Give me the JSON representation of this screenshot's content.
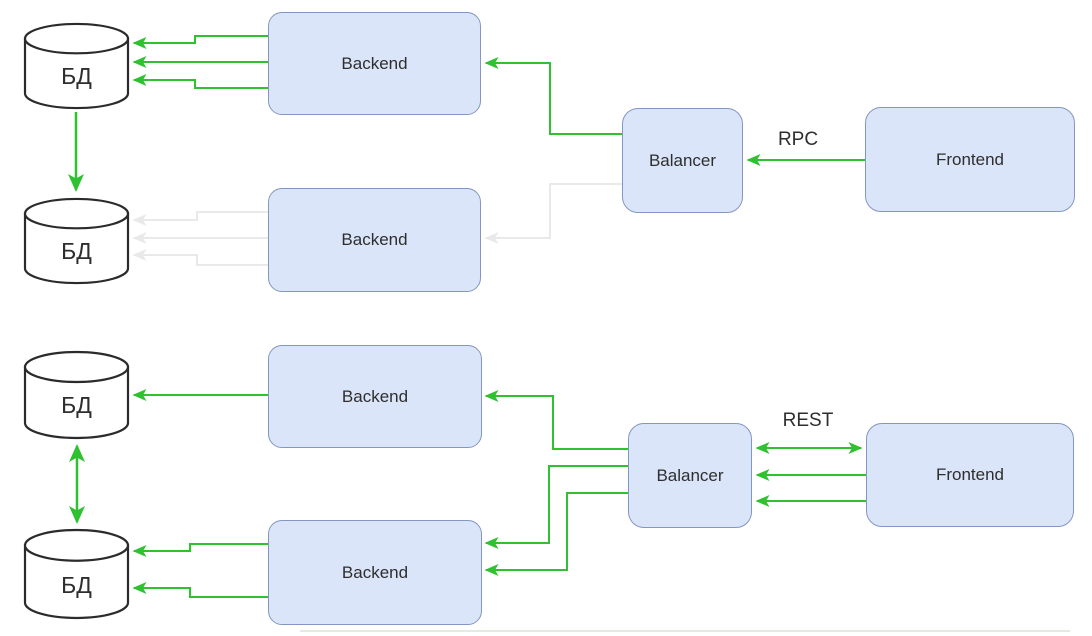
{
  "colors": {
    "active_edge": "#2fc12f",
    "inactive_edge": "#e9e9e9",
    "node_fill": "#dbe5f9",
    "node_border": "#8496c2",
    "db_fill": "#ffffff",
    "db_stroke": "#2b2b2b",
    "label_text": "#2e2e2e",
    "canvas_bg": "#ffffff"
  },
  "top_diagram": {
    "protocol_label": "RPC",
    "db_primary_label": "БД",
    "db_replica_label": "БД",
    "backend_active_label": "Backend",
    "backend_inactive_label": "Backend",
    "balancer_label": "Balancer",
    "frontend_label": "Frontend"
  },
  "bottom_diagram": {
    "protocol_label": "REST",
    "db_primary_label": "БД",
    "db_replica_label": "БД",
    "backend_top_label": "Backend",
    "backend_bottom_label": "Backend",
    "balancer_label": "Balancer",
    "frontend_label": "Frontend"
  }
}
